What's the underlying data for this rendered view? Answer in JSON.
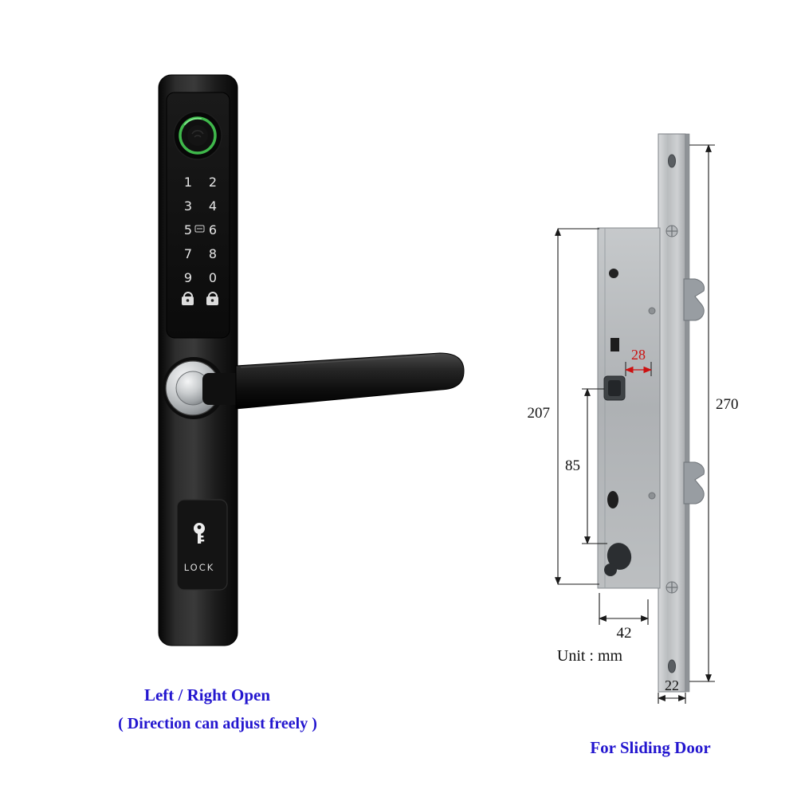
{
  "lock": {
    "keypad": [
      "1",
      "2",
      "3",
      "4",
      "5",
      "6",
      "7",
      "8",
      "9",
      "0"
    ],
    "lock_label": "LOCK",
    "icons": {
      "fingerprint": "fingerprint-sensor-icon",
      "function_key": "card-function-icon",
      "locked": "locked-padlock-icon",
      "unlock": "unlock-padlock-icon",
      "key": "key-icon"
    },
    "captions": {
      "line1": "Left / Right Open",
      "line2": "( Direction can adjust freely )"
    }
  },
  "diagram": {
    "dimensions": {
      "backset": "28",
      "body_height": "207",
      "center_distance": "85",
      "faceplate_height": "270",
      "body_depth": "42",
      "faceplate_width": "22"
    },
    "unit_label": "Unit : mm",
    "caption": "For Sliding Door"
  },
  "colors": {
    "caption_blue": "#2316cf",
    "dim_red": "#cc1111",
    "ring_green": "#3fb84b",
    "metal_gray": "#b9bcbe",
    "lock_black": "#161616"
  }
}
